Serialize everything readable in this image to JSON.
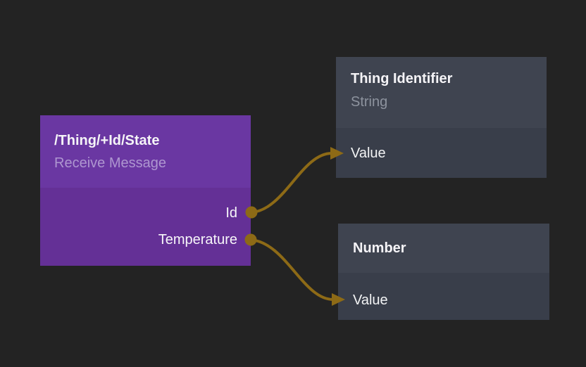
{
  "editor": {
    "background": "#232323"
  },
  "colors": {
    "trigger_header": "#6a37a2",
    "trigger_body": "#643096",
    "variable_header": "#3f4450",
    "variable_body": "#393e4a",
    "wire": "#8d6a16",
    "title_text": "#f5f4f7",
    "trigger_subtitle_text": "#ae96d0",
    "variable_subtitle_text": "#8d939e"
  },
  "nodes": [
    {
      "title": "/Thing/+Id/State",
      "subtitle": "Receive Message",
      "outputs": [
        {
          "label": "Id"
        },
        {
          "label": "Temperature"
        }
      ]
    },
    {
      "title": "Thing Identifier",
      "subtitle": "String",
      "inputs": [
        {
          "label": "Value"
        }
      ]
    },
    {
      "title": "Number",
      "inputs": [
        {
          "label": "Value"
        }
      ]
    }
  ],
  "wires": [
    {
      "from": "Id",
      "to": "Thing Identifier / Value"
    },
    {
      "from": "Temperature",
      "to": "Number / Value"
    }
  ]
}
